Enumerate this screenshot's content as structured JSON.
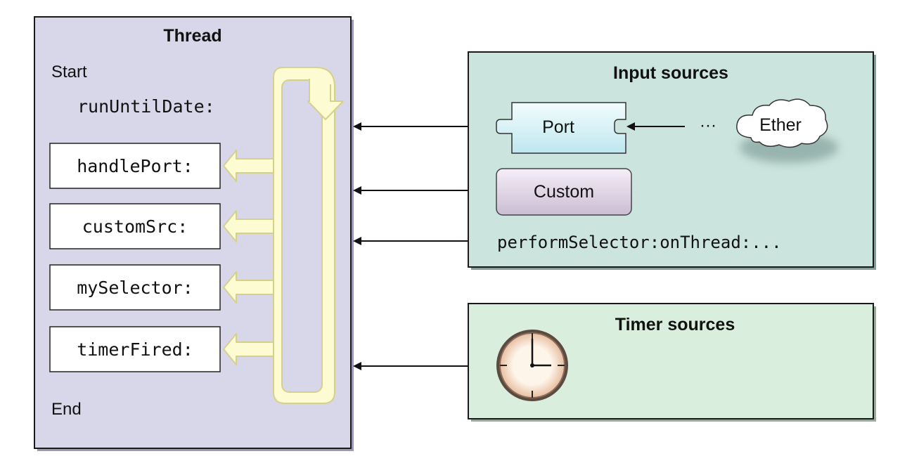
{
  "thread": {
    "title": "Thread",
    "start_label": "Start",
    "run_label": "runUntilDate:",
    "end_label": "End",
    "handlers": [
      "handlePort:",
      "customSrc:",
      "mySelector:",
      "timerFired:"
    ]
  },
  "input_sources": {
    "title": "Input sources",
    "port_label": "Port",
    "dots_label": "···",
    "ether_label": "Ether",
    "custom_label": "Custom",
    "perform_label": "performSelector:onThread:..."
  },
  "timer_sources": {
    "title": "Timer sources"
  },
  "colors": {
    "thread_bg": "#d8d7e9",
    "input_bg": "#cbe4dd",
    "timer_bg": "#d9eedc",
    "loop_fill": "#fdfbd2",
    "loop_stroke": "#d6d18a"
  }
}
